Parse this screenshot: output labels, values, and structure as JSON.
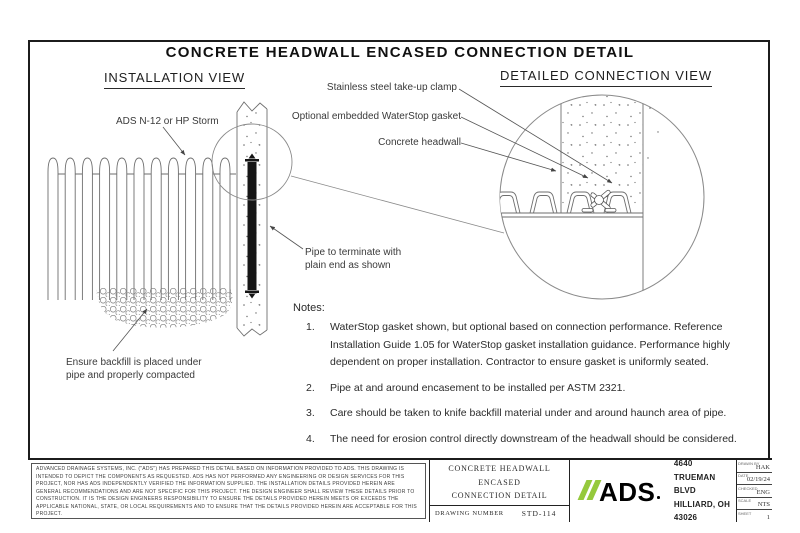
{
  "page": {
    "title": "CONCRETE HEADWALL ENCASED CONNECTION DETAIL"
  },
  "installation_view": {
    "heading": "INSTALLATION VIEW",
    "labels": {
      "pipe": "ADS N-12 or HP Storm",
      "pipe_end_line1": "Pipe to terminate with",
      "pipe_end_line2": "plain end as shown",
      "backfill_line1": "Ensure backfill is placed under",
      "backfill_line2": "pipe and properly compacted"
    }
  },
  "detailed_view": {
    "heading": "DETAILED CONNECTION VIEW",
    "labels": {
      "clamp": "Stainless steel take-up clamp",
      "gasket": "Optional embedded WaterStop gasket",
      "headwall": "Concrete headwall"
    }
  },
  "notes": {
    "heading": "Notes:",
    "items": [
      {
        "num": "1.",
        "text": "WaterStop gasket shown, but optional based on connection performance. Reference Installation Guide 1.05 for WaterStop gasket installation guidance. Performance highly dependent on proper installation. Contractor to ensure gasket is uniformly seated."
      },
      {
        "num": "2.",
        "text": "Pipe at and around encasement to be installed per ASTM 2321."
      },
      {
        "num": "3.",
        "text": "Care should be taken to knife backfill material under and around haunch area of pipe."
      },
      {
        "num": "4.",
        "text": "The need for erosion control directly downstream of the headwall should be considered."
      }
    ]
  },
  "title_block": {
    "disclaimer": "ADVANCED DRAINAGE SYSTEMS, INC. (\"ADS\") HAS PREPARED THIS DETAIL BASED ON INFORMATION PROVIDED TO ADS.  THIS DRAWING IS INTENDED TO DEPICT THE COMPONENTS AS REQUESTED.  ADS HAS NOT PERFORMED ANY ENGINEERING OR DESIGN SERVICES FOR THIS PROJECT, NOR HAS ADS INDEPENDENTLY VERIFIED THE INFORMATION SUPPLIED.  THE INSTALLATION DETAILS PROVIDED HEREIN ARE GENERAL RECOMMENDATIONS AND ARE NOT SPECIFIC FOR THIS PROJECT.  THE DESIGN ENGINEER SHALL REVIEW THESE DETAILS PRIOR TO CONSTRUCTION.  IT IS THE DESIGN ENGINEERS RESPONSIBILITY TO ENSURE THE DETAILS PROVIDED HEREIN MEETS OR EXCEEDS THE APPLICABLE NATIONAL, STATE, OR LOCAL REQUIREMENTS AND TO ENSURE THAT THE DETAILS PROVIDED HEREIN ARE ACCEPTABLE FOR THIS PROJECT.",
    "drawing_title_line1": "CONCRETE HEADWALL ENCASED",
    "drawing_title_line2": "CONNECTION DETAIL",
    "drawing_number_label": "DRAWING NUMBER",
    "drawing_number": "STD-114",
    "logo_text": "ADS",
    "logo_green": "#95c93c",
    "address_line1": "4640 TRUEMAN BLVD",
    "address_line2": "HILLIARD, OH  43026",
    "fields": [
      {
        "label": "DRAWN BY",
        "value": "HAK"
      },
      {
        "label": "DATE",
        "value": "02/19/24"
      },
      {
        "label": "CHECKED",
        "value": "ENG"
      },
      {
        "label": "SCALE",
        "value": "NTS"
      },
      {
        "label": "SHEET",
        "value": "1"
      }
    ]
  }
}
